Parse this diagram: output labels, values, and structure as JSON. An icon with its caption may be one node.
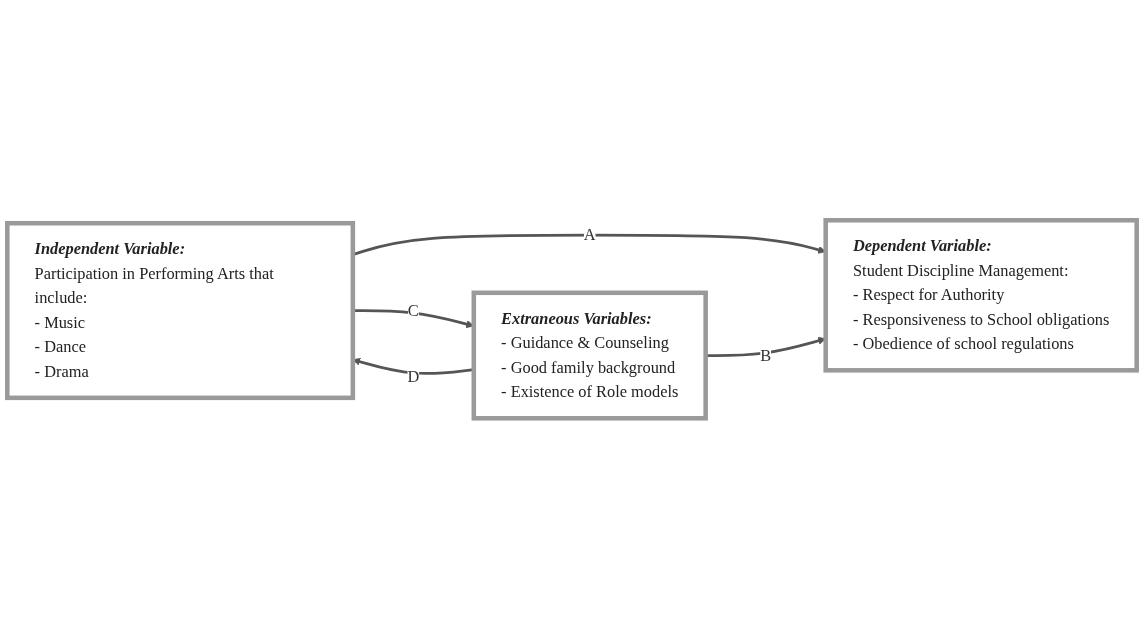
{
  "diagram": {
    "nodes": [
      {
        "text": [
          "Independent Variable:",
          "Participation in Performing Arts that include:",
          "- Music",
          "- Dance",
          "- Drama"
        ]
      },
      {
        "text": [
          "Dependent Variable:",
          "Student Discipline Management:",
          "- Respect for Authority",
          "- Responsiveness to School obligations",
          "- Obedience of  school regulations"
        ]
      },
      {
        "text": [
          "Extraneous Variables:",
          "- Guidance & Counseling",
          "- Good family background",
          "- Existence of Role models"
        ]
      }
    ],
    "edges": [
      {
        "from": 0,
        "to": 1,
        "arrow": "to",
        "label": "A"
      },
      {
        "from": 2,
        "to": 1,
        "arrow": "to",
        "label": "B"
      },
      {
        "from": 0,
        "to": 2,
        "arrow": "to",
        "label": "C"
      },
      {
        "from": 2,
        "to": 0,
        "arrow": "to",
        "label": "D"
      }
    ]
  }
}
